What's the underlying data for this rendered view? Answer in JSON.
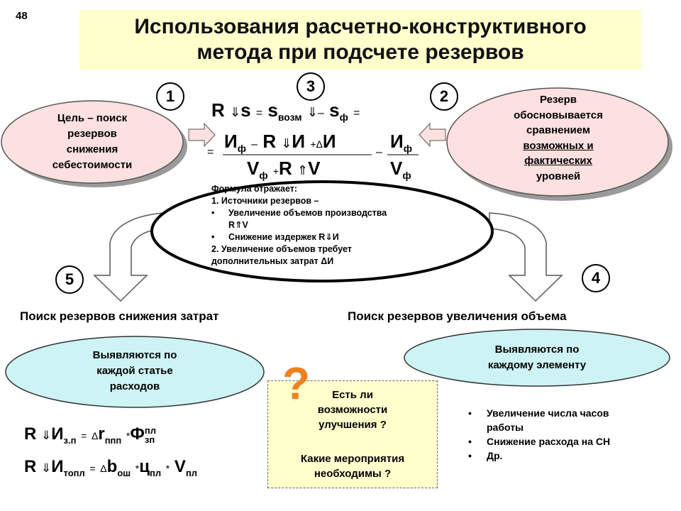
{
  "slide_number": "48",
  "title": {
    "line1": "Использования расчетно-конструктивного",
    "line2": "метода при подсчете резервов"
  },
  "badges": {
    "b1": "1",
    "b2": "2",
    "b3": "3",
    "b4": "4",
    "b5": "5"
  },
  "left_ellipse": {
    "lines": [
      "Цель – поиск",
      "резервов",
      "снижения",
      "себестоимости"
    ],
    "fill": "#fde0e0"
  },
  "right_ellipse": {
    "line1": "Резерв",
    "line2": "обосновывается",
    "line3": "сравнением",
    "line4_underlined": "возможных и",
    "line5_underlined": "фактических",
    "line6": "уровней",
    "fill": "#fde0e0"
  },
  "formula_top": {
    "r": "R",
    "down1": "⇓",
    "s": "s",
    "eq": "=",
    "s2": "s",
    "sub_vozm": "возм",
    "down2": "⇓",
    "minus": "–",
    "s3": "s",
    "sub_f": "ф",
    "eq2": "="
  },
  "formula_frac": {
    "eq": "=",
    "n_I": "И",
    "n_sub_f": "ф",
    "n_minus": "–",
    "n_R": "R",
    "n_down": "⇓",
    "n_I2": "И",
    "n_plus": "+",
    "n_delta": "Δ",
    "n_I3": "И",
    "d_V": "V",
    "d_sub_f": "ф",
    "d_plus": "+",
    "d_R": "R",
    "d_up": "⇑",
    "d_V2": "V",
    "minus": "–",
    "r_I": "И",
    "r_sub_f": "ф",
    "r_V": "V",
    "r_sub_f2": "ф"
  },
  "center_ellipse": {
    "line1": "Формула отражает:",
    "line2": "1. Источники резервов –",
    "bullet1a": "Увеличение объемов производства",
    "bullet1b": "R⇑V",
    "bullet2": "Снижение издержек R⇓И",
    "line5": "2. Увеличение объемов требует",
    "line6": "дополнительных затрат ΔИ"
  },
  "heading_left": "Поиск резервов снижения затрат",
  "heading_right": "Поиск резервов увеличения объема",
  "left_lower_ellipse": {
    "lines": [
      "Выявляются по",
      "каждой статье",
      "расходов"
    ],
    "fill": "#cdf3f5"
  },
  "right_lower_ellipse": {
    "lines": [
      "Выявляются по",
      "каждому элементу"
    ],
    "fill": "#cdf3f5"
  },
  "question_box": {
    "mark": "?",
    "q1": [
      "Есть ли",
      "возможности",
      "улучшения ?"
    ],
    "q2": [
      "Какие мероприятия",
      "необходимы ?"
    ]
  },
  "bullets_right": [
    "Увеличение числа часов",
    "работы",
    "Снижение расхода на СН",
    "Др."
  ],
  "formula_left1": {
    "r": "R",
    "down": "⇓",
    "i": "И",
    "sub": "з.п",
    "eq": "=",
    "delta": "Δ",
    "r2": "r",
    "sub2": "ппп",
    "times": "*",
    "phi": "Ф",
    "sup": "пл",
    "sub3": "зп"
  },
  "formula_left2": {
    "r": "R",
    "down": "⇓",
    "i": "И",
    "sub": "топл",
    "eq": "=",
    "delta": "Δ",
    "b": "b",
    "sub2": "ош",
    "times": "*",
    "c": "ц",
    "sub3": "пл",
    "times2": "*",
    "v": "V",
    "sub4": "пл"
  },
  "colors": {
    "title_bg": "#ffffcc",
    "accent_orange": "#f0a050",
    "question_orange": "#f08020"
  }
}
